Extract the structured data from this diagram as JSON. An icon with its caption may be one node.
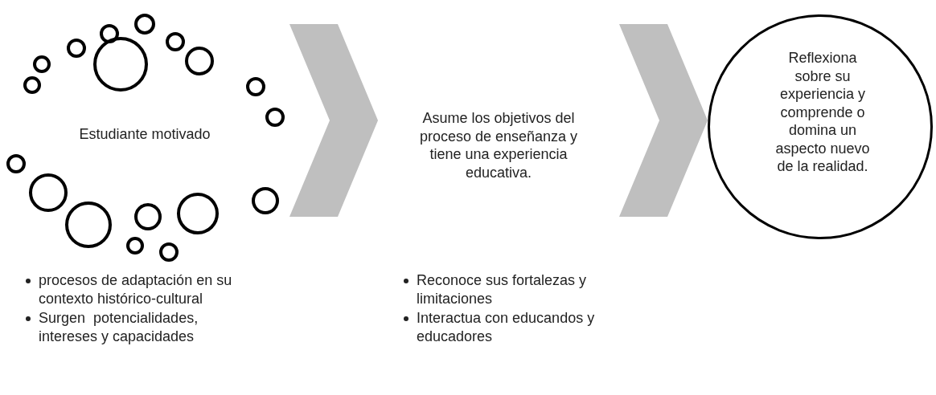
{
  "diagram": {
    "nodes": [
      {
        "text": [
          "Estudiante motivado"
        ],
        "beside": [
          "procesos de adaptación en su contexto histórico-cultural",
          "Surgen  potencialidades, intereses y capacidades"
        ]
      },
      {
        "text": [
          "Asume los objetivos del proceso de enseñanza y tiene una experiencia educativa."
        ],
        "beside": [
          "Reconoce sus fortalezas y limitaciones",
          "Interactua con educandos y educadores"
        ]
      },
      {
        "text": [
          "Reflexiona sobre su experiencia y comprende o domina un aspecto nuevo de la realidad."
        ]
      }
    ],
    "edges": [
      {
        "from": 0,
        "to": 1,
        "arrow": "to"
      },
      {
        "from": 1,
        "to": 2,
        "arrow": "to"
      }
    ]
  }
}
